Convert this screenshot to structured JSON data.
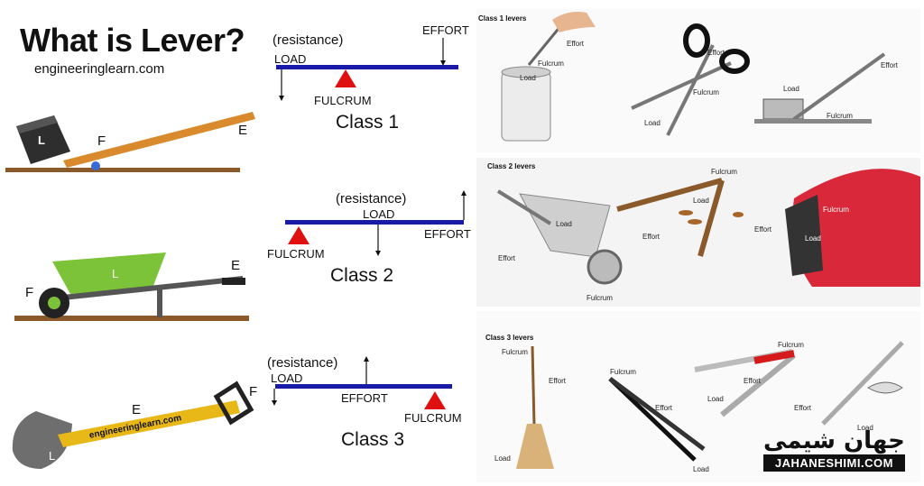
{
  "header": {
    "title": "What is Lever?",
    "website": "engineeringlearn.com"
  },
  "illustrations": {
    "class1": {
      "load": "L",
      "fulcrum": "F",
      "effort": "E"
    },
    "class2": {
      "load": "L",
      "fulcrum": "F",
      "effort": "E"
    },
    "class3": {
      "load": "L",
      "fulcrum": "F",
      "effort": "E",
      "handle_text": "engineeringlearn.com"
    }
  },
  "diagrams": {
    "class1": {
      "resistance": "(resistance)",
      "load": "LOAD",
      "fulcrum": "FULCRUM",
      "effort": "EFFORT",
      "name": "Class 1"
    },
    "class2": {
      "resistance": "(resistance)",
      "load": "LOAD",
      "fulcrum": "FULCRUM",
      "effort": "EFFORT",
      "name": "Class 2"
    },
    "class3": {
      "resistance": "(resistance)",
      "load": "LOAD",
      "fulcrum": "FULCRUM",
      "effort": "EFFORT",
      "name": "Class 3"
    }
  },
  "examples": {
    "class1": {
      "heading": "Class 1 levers",
      "paint_can": {
        "effort": "Effort",
        "fulcrum": "Fulcrum",
        "load": "Load"
      },
      "scissors": {
        "effort": "Effort",
        "fulcrum": "Fulcrum",
        "load": "Load"
      },
      "crowbar": {
        "load": "Load",
        "fulcrum": "Fulcrum",
        "effort": "Effort"
      }
    },
    "class2": {
      "heading": "Class 2 levers",
      "wheelbarrow": {
        "load": "Load",
        "effort": "Effort",
        "fulcrum": "Fulcrum"
      },
      "nutcracker": {
        "fulcrum": "Fulcrum",
        "load": "Load",
        "effort": "Effort"
      },
      "car_door": {
        "fulcrum": "Fulcrum",
        "effort": "Effort",
        "load": "Load"
      }
    },
    "class3": {
      "heading": "Class 3 levers",
      "broom": {
        "fulcrum": "Fulcrum",
        "effort": "Effort",
        "load": "Load"
      },
      "tweezers": {
        "fulcrum": "Fulcrum",
        "effort": "Effort",
        "load": "Load"
      },
      "tongs": {
        "fulcrum": "Fulcrum",
        "load": "Load",
        "effort": "Effort"
      },
      "fishing_rod": {
        "effort": "Effort",
        "load": "Load"
      }
    }
  },
  "watermark": {
    "persian": "جهان شیمی",
    "latin": "JAHANESHIMI.COM"
  },
  "colors": {
    "beam": "#1a1aa8",
    "fulcrum": "#e01010",
    "wood": "#d88a2c",
    "barrow": "#7cc33a",
    "shovel_handle": "#e8b818"
  }
}
